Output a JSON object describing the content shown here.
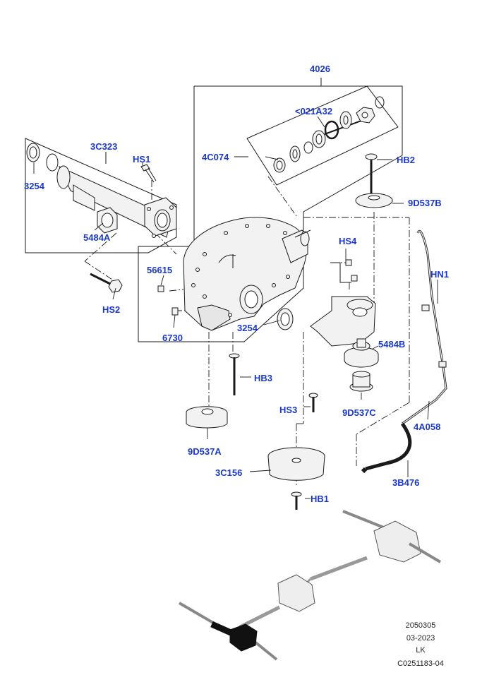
{
  "colors": {
    "label": "#1b39c9",
    "line": "#1a1a1a",
    "part_fill": "#f2f2f2",
    "highlight": "#111111"
  },
  "parts": {
    "p4026": "4026",
    "p021a32": "<021A32",
    "p4c074": "4C074",
    "p3c323": "3C323",
    "hs1": "HS1",
    "p3254_left": "3254",
    "p5484a": "5484A",
    "hb2": "HB2",
    "p9d537b": "9D537B",
    "hs4": "HS4",
    "hn1": "HN1",
    "p56615": "56615",
    "hs2": "HS2",
    "p3254_mid": "3254",
    "p6730": "6730",
    "p5484b": "5484B",
    "hb3": "HB3",
    "hs3": "HS3",
    "p9d537c": "9D537C",
    "p4a058": "4A058",
    "p9d537a": "9D537A",
    "p3c156": "3C156",
    "p3b476": "3B476",
    "hb1": "HB1"
  },
  "footer": {
    "ref": "2050305",
    "date": "03-2023",
    "model": "LK",
    "code": "C0251183-04"
  }
}
